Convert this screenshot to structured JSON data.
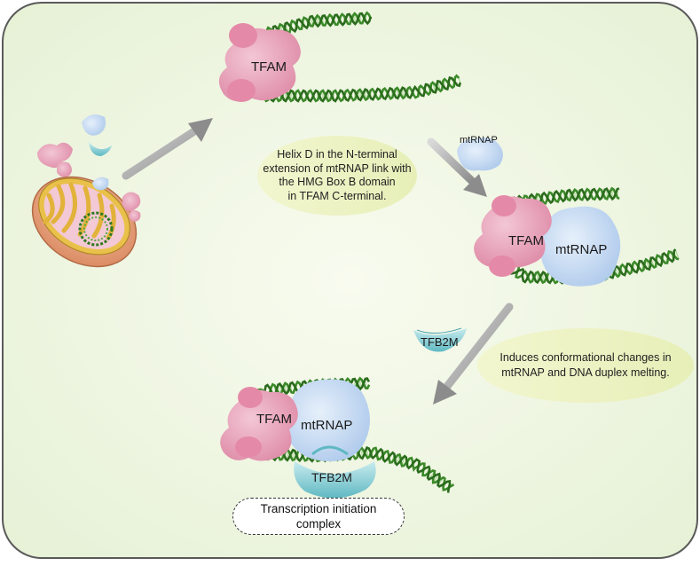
{
  "labels": {
    "tfam": "TFAM",
    "mtrnap": "mtRNAP",
    "tfb2m": "TFB2M"
  },
  "notes": {
    "step1": [
      "Helix D in the N-terminal",
      "extension of mtRNAP link with",
      "the HMG Box B domain",
      "in TFAM C-terminal."
    ],
    "step2": [
      "Induces conformational changes in",
      "mtRNAP and DNA duplex melting."
    ]
  },
  "caption": [
    "Transcription initiation",
    "complex"
  ],
  "colors": {
    "panel_bg": "#eef6e2",
    "panel_border": "#555555",
    "note_bg": "#eef3c4",
    "dna_green": "#3c8a2a",
    "tfam_pink": "#e79ab2",
    "mtrnap_blue": "#bcd4ef",
    "tfb2m_teal": "#7fcad2",
    "arrow_gray": "#8c8c8c"
  }
}
